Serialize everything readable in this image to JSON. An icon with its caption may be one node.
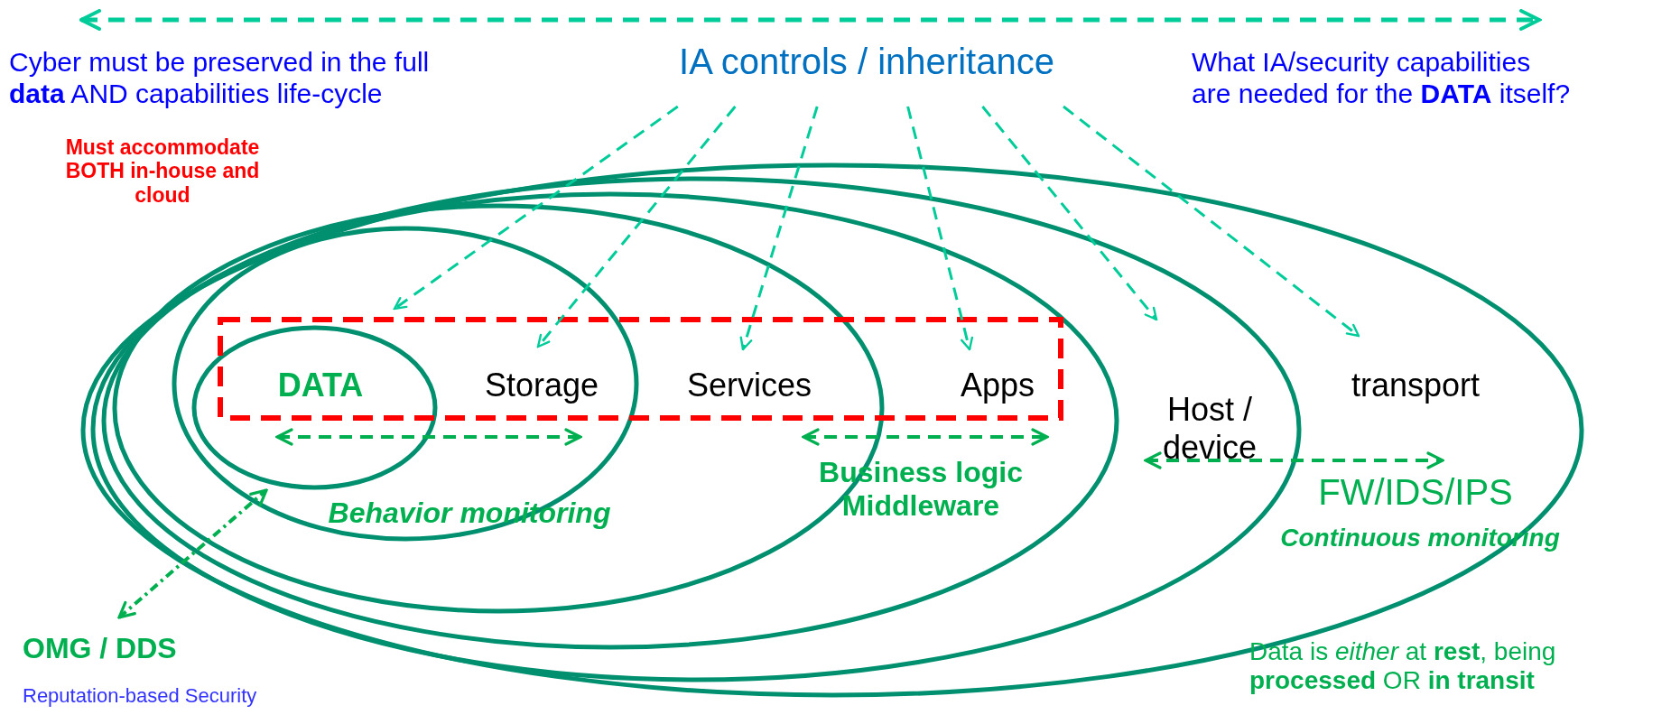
{
  "diagram": {
    "nodes": [
      {
        "text": [
          "IA controls / inheritance"
        ]
      },
      {
        "text": [
          "transport"
        ]
      },
      {
        "text": [
          "Host / device"
        ],
        "in": 1
      },
      {
        "text": [
          "Apps"
        ],
        "in": 2
      },
      {
        "text": [
          "Services"
        ],
        "in": 3
      },
      {
        "text": [
          "Storage"
        ],
        "in": 4
      },
      {
        "text": [
          "DATA"
        ],
        "in": 5
      },
      {
        "text": [
          "OMG / DDS"
        ]
      }
    ],
    "edges": [
      {
        "from": 0,
        "to": 6,
        "arrow": "to",
        "style": "dashed"
      },
      {
        "from": 0,
        "to": 5,
        "arrow": "to",
        "style": "dashed"
      },
      {
        "from": 0,
        "to": 4,
        "arrow": "to",
        "style": "dashed"
      },
      {
        "from": 0,
        "to": 3,
        "arrow": "to",
        "style": "dashed"
      },
      {
        "from": 0,
        "to": 2,
        "arrow": "to",
        "style": "dashed"
      },
      {
        "from": 0,
        "to": 1,
        "arrow": "to",
        "style": "dashed"
      },
      {
        "from": 6,
        "to": 5,
        "arrow": "both",
        "style": "dashed",
        "color": "#00b050"
      },
      {
        "from": 4,
        "to": 3,
        "arrow": "both",
        "style": "dashed",
        "color": "#00b050"
      },
      {
        "from": 2,
        "to": 1,
        "arrow": "both",
        "style": "dashed",
        "color": "#00b050"
      },
      {
        "from": 7,
        "to": 6,
        "arrow": "both",
        "style": "dashed",
        "color": "#00b050"
      }
    ],
    "labels": [
      "Cyber must be preserved in the full **data** AND capabilities life-cycle",
      "What IA/security capabilities are needed for the **DATA** itself?",
      "Must accommodate BOTH in-house and cloud",
      "Behavior monitoring",
      "Business logic Middleware",
      "FW/IDS/IPS",
      "Continuous monitoring",
      "Reputation-based Security",
      "Data is *either* at **rest**, being **processed** OR **in transit**"
    ]
  }
}
